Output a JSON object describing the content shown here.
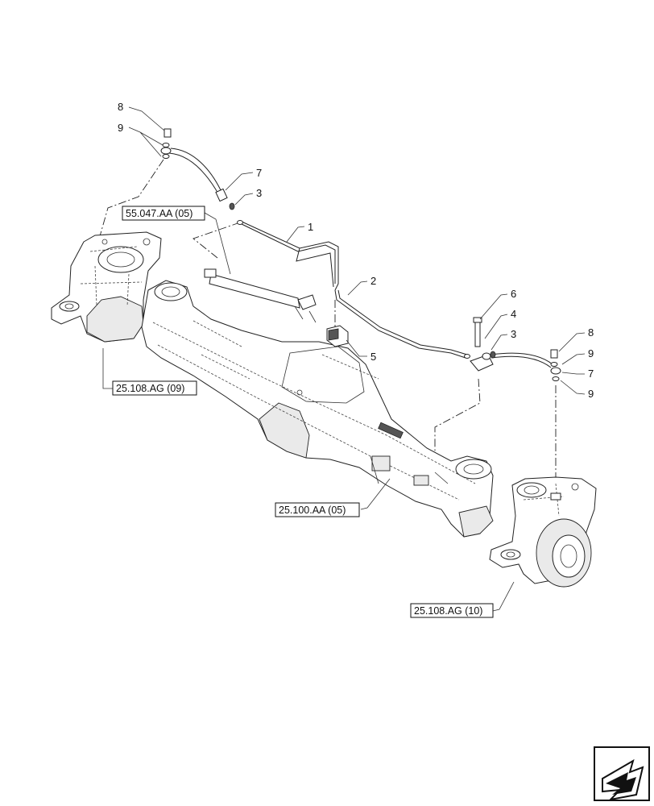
{
  "callouts": {
    "c1": "1",
    "c2": "2",
    "c3_top": "3",
    "c3_right": "3",
    "c4": "4",
    "c5": "5",
    "c6": "6",
    "c7_top": "7",
    "c7_right": "7",
    "c8_top": "8",
    "c8_right": "8",
    "c9_top": "9",
    "c9_right_a": "9",
    "c9_right_b": "9"
  },
  "references": {
    "ref_55047": "55.047.AA (05)",
    "ref_25108_09": "25.108.AG (09)",
    "ref_25100": "25.100.AA (05)",
    "ref_25108_10": "25.108.AG (10)"
  },
  "nav": {
    "next_icon": "arrow-next-icon"
  }
}
